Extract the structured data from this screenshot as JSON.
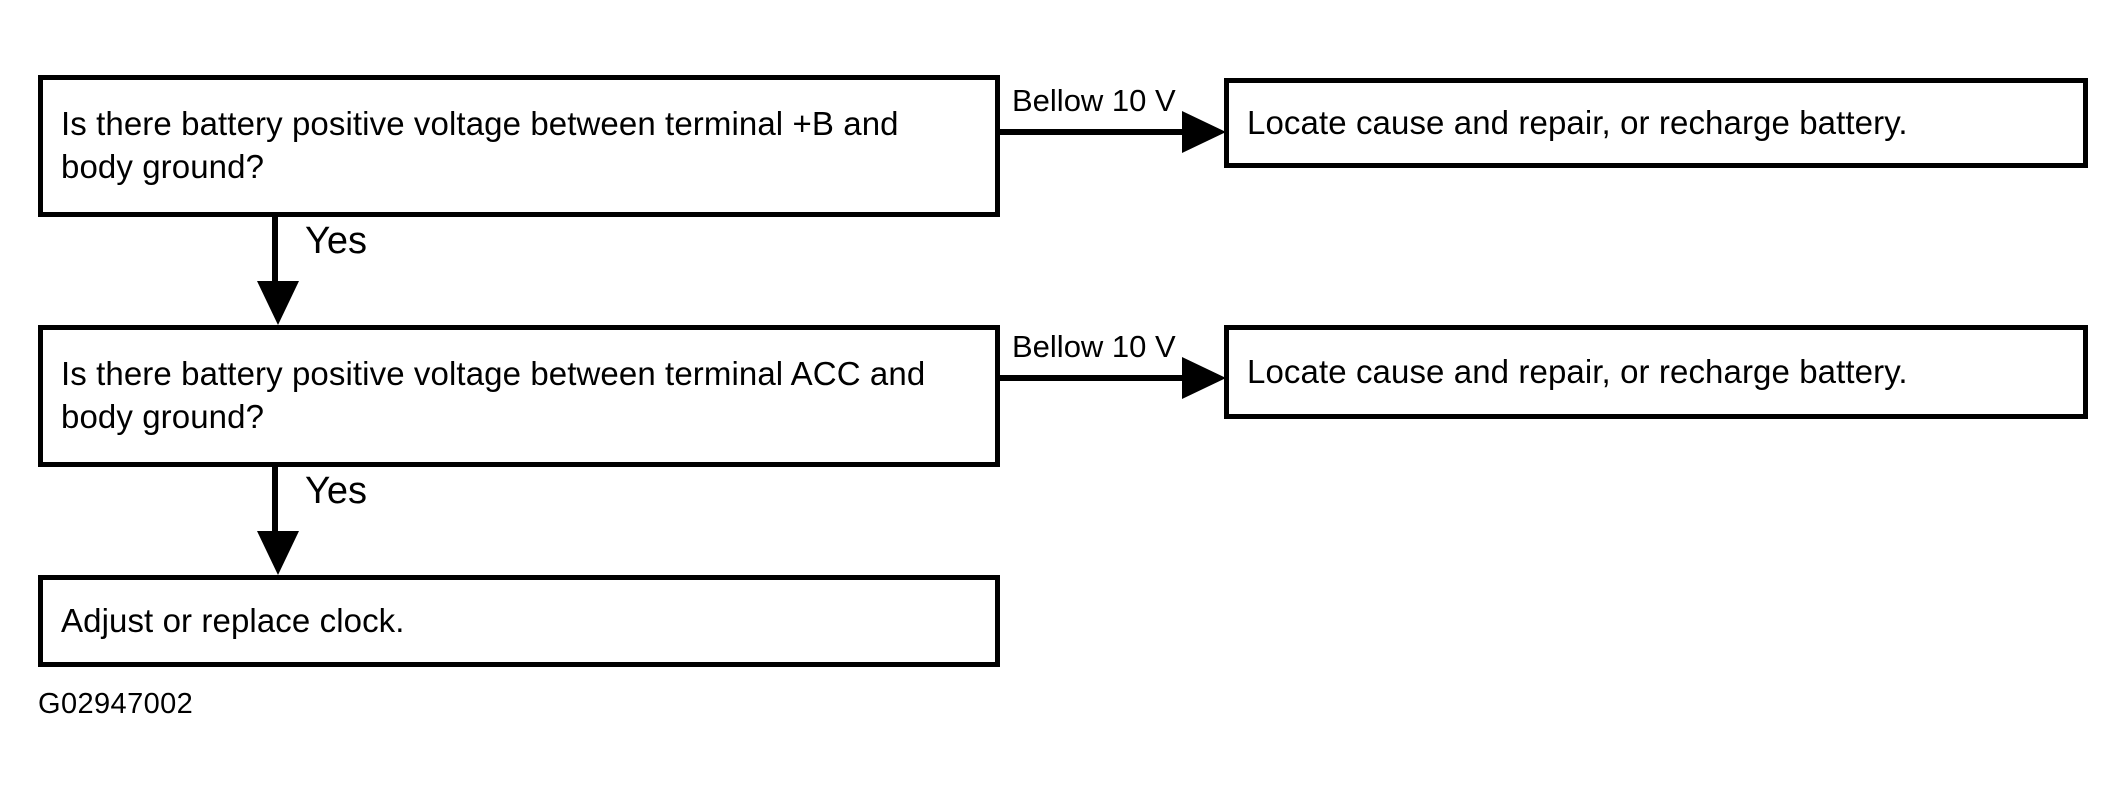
{
  "diagram": {
    "caption": "G02947002",
    "colors": {
      "stroke": "#000000",
      "background": "#ffffff",
      "text": "#000000"
    },
    "nodes": [
      {
        "id": "q1",
        "kind": "question",
        "text": "Is there battery positive voltage between terminal +B and\nbody ground?"
      },
      {
        "id": "q2",
        "kind": "question",
        "text": "Is there battery positive voltage between terminal ACC and\nbody ground?"
      },
      {
        "id": "q3",
        "kind": "action",
        "text": "Adjust or replace clock."
      },
      {
        "id": "r1",
        "kind": "action",
        "text": "Locate cause and repair, or recharge battery."
      },
      {
        "id": "r2",
        "kind": "action",
        "text": "Locate cause and repair, or recharge battery."
      }
    ],
    "edges": [
      {
        "id": "e1",
        "from": "q1",
        "to": "q2",
        "label": "Yes",
        "direction": "down"
      },
      {
        "id": "e2",
        "from": "q2",
        "to": "q3",
        "label": "Yes",
        "direction": "down"
      },
      {
        "id": "e3",
        "from": "q1",
        "to": "r1",
        "label": "Bellow 10 V",
        "direction": "right"
      },
      {
        "id": "e4",
        "from": "q2",
        "to": "r2",
        "label": "Bellow 10 V",
        "direction": "right"
      }
    ]
  }
}
